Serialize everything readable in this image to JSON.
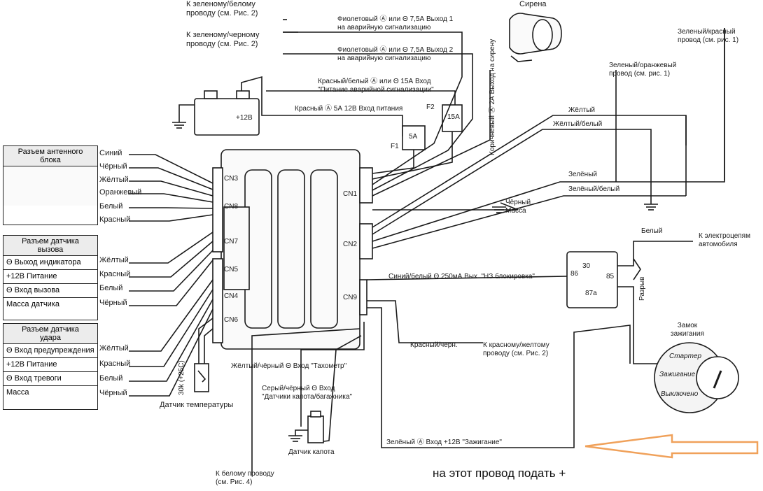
{
  "top_left": {
    "green_white_ref": "К зеленому/белому\nпроводу (см. Рис. 2)",
    "green_black_ref": "К зеленому/черному\nпроводу (см. Рис. 2)"
  },
  "hazard": {
    "out1": "Фиолетовый Ⓐ или Θ 7,5А Выход 1\nна аварийную сигнализацию",
    "out2": "Фиолетовый Ⓐ или Θ 7,5А Выход 2\nна аварийную сигнализацию",
    "power": "Красный/белый Ⓐ или Θ 15А Вход\n\"Питание аварийной сигнализации\"",
    "main_power": "Красный Ⓐ 5А 12В Вход питания"
  },
  "battery": {
    "label": "+12В"
  },
  "fuses": {
    "f1": "F1",
    "f1_rating": "5A",
    "f2": "F2",
    "f2_rating": "15A"
  },
  "siren": {
    "title": "Сирена",
    "wire": "Коричневый Ⓐ 2А Выход на сирену"
  },
  "right_top": {
    "green_red_ref": "Зеленый/красный\nпровод (см. рис. 1)",
    "green_orange_ref": "Зеленый/оранжевый\nпровод (см. рис. 1)",
    "yellow": "Жёлтый",
    "yellow_white": "Жёлтый/белый",
    "black_ground": "Чёрный\nМасса",
    "green": "Зелёный",
    "green_white": "Зелёный/белый"
  },
  "antenna": {
    "title": "Разъем антенного\nблока",
    "wires": [
      "Синий",
      "Чёрный",
      "Жёлтый",
      "Оранжевый",
      "Белый",
      "Красный"
    ]
  },
  "call_sensor": {
    "title": "Разъем датчика\nвызова",
    "rows": [
      "Θ Выход индикатора",
      "+12В Питание",
      "Θ Вход вызова",
      "Масса датчика"
    ],
    "wires": [
      "Жёлтый",
      "Красный",
      "Белый",
      "Чёрный"
    ]
  },
  "shock_sensor": {
    "title": "Разъем датчика\nудара",
    "rows": [
      "Θ Вход предупреждения",
      "+12В Питание",
      "Θ Вход тревоги",
      "Масса"
    ],
    "wires": [
      "Жёлтый",
      "Красный",
      "Белый",
      "Чёрный"
    ]
  },
  "temp_sensor": {
    "label": "Датчик температуры",
    "value": "30k (+25С)"
  },
  "connectors": [
    "CN3",
    "CN8",
    "CN7",
    "CN5",
    "CN4",
    "CN6",
    "CN1",
    "CN2",
    "CN9"
  ],
  "relay": {
    "white": "Белый",
    "electric": "К электроцепям\nавтомобиля",
    "pin86": "86",
    "pin30": "30",
    "pin85": "85",
    "pin87a": "87a",
    "break": "Разрыв",
    "blocking": "Синий/белый Θ 250мА Вых. \"НЗ блокировка\""
  },
  "bottom": {
    "red_black": "Красный/черн.",
    "red_yellow_ref": "К красному/желтому\nпроводу (см. Рис. 2)",
    "tacho": "Жёлтый/чёрный Θ Вход \"Тахометр\"",
    "hood": "Серый/чёрный Θ Вход\n\"Датчики капота/багажника\"",
    "hood_sensor": "Датчик капота",
    "white_ref": "К белому проводу\n(см. Рис. 4)",
    "ignition_wire": "Зелёный Ⓐ Вход +12В \"Зажигание\""
  },
  "ignition": {
    "title": "Замок\nзажигания",
    "starter": "Стартер",
    "ign": "Зажигание",
    "off": "Выключено"
  },
  "annotation": {
    "text": "на этот провод подать +",
    "arrow_color": "#F0A15A"
  }
}
